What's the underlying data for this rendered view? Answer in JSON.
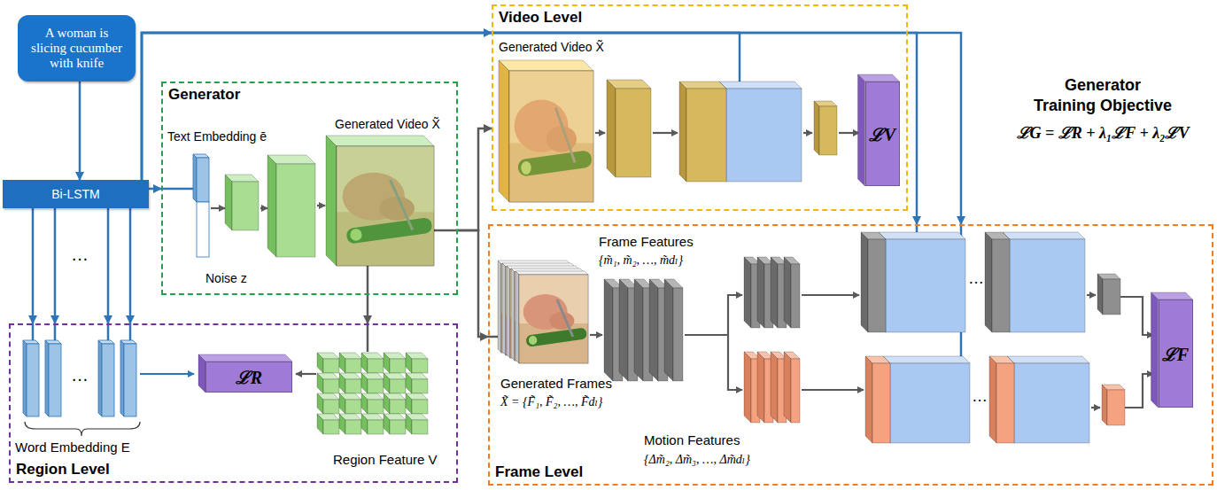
{
  "diagram": {
    "nodes": [
      {
        "text": [
          "A woman is slicing cucumber with knife"
        ]
      },
      {
        "text": [
          "Bi-LSTM"
        ]
      },
      {
        "text": [
          "Generator"
        ]
      },
      {
        "text": [
          "Video Level"
        ]
      },
      {
        "text": [
          "ℒV"
        ],
        "in": 3
      },
      {
        "text": [
          "Region Level"
        ]
      },
      {
        "text": [
          "ℒR"
        ],
        "in": 5
      },
      {
        "text": [
          "Frame Level"
        ]
      },
      {
        "text": [
          "ℒF"
        ],
        "in": 7
      }
    ],
    "edges": [
      {
        "from": 0,
        "to": 1,
        "arrow": "to"
      },
      {
        "from": 1,
        "to": 2,
        "arrow": "to"
      },
      {
        "from": 1,
        "to": 3,
        "arrow": "to"
      },
      {
        "from": 1,
        "to": 7,
        "arrow": "to"
      },
      {
        "from": 1,
        "to": 7,
        "arrow": "to"
      },
      {
        "from": 1,
        "to": 5,
        "arrow": "to"
      },
      {
        "from": 1,
        "to": 5,
        "arrow": "to"
      },
      {
        "from": 1,
        "to": 5,
        "arrow": "to"
      },
      {
        "from": 1,
        "to": 5,
        "arrow": "to"
      },
      {
        "from": 2,
        "to": 3,
        "arrow": "to"
      },
      {
        "from": 2,
        "to": 7,
        "arrow": "to"
      },
      {
        "from": 2,
        "to": 5,
        "arrow": "to"
      }
    ],
    "labels": [
      "Text Embedding ē",
      "Noise z",
      "Generated Video X̃",
      "Generated Video X̃",
      "Generator",
      "Training Objective",
      "ℒG = ℒR + λ₁ℒF + λ₂ℒV",
      "…",
      "…",
      "Word Embedding E",
      "Region Feature V",
      "Frame Features",
      "{m̃₁, m̃₂, …, m̃dₗ}",
      "Generated Frames",
      "X̃ = {F̃₁, F̃₂, …, F̃dₗ}",
      "Motion Features",
      "{Δm̃₂, Δm̃₃, …, Δm̃dₗ}",
      "…",
      "…"
    ]
  }
}
